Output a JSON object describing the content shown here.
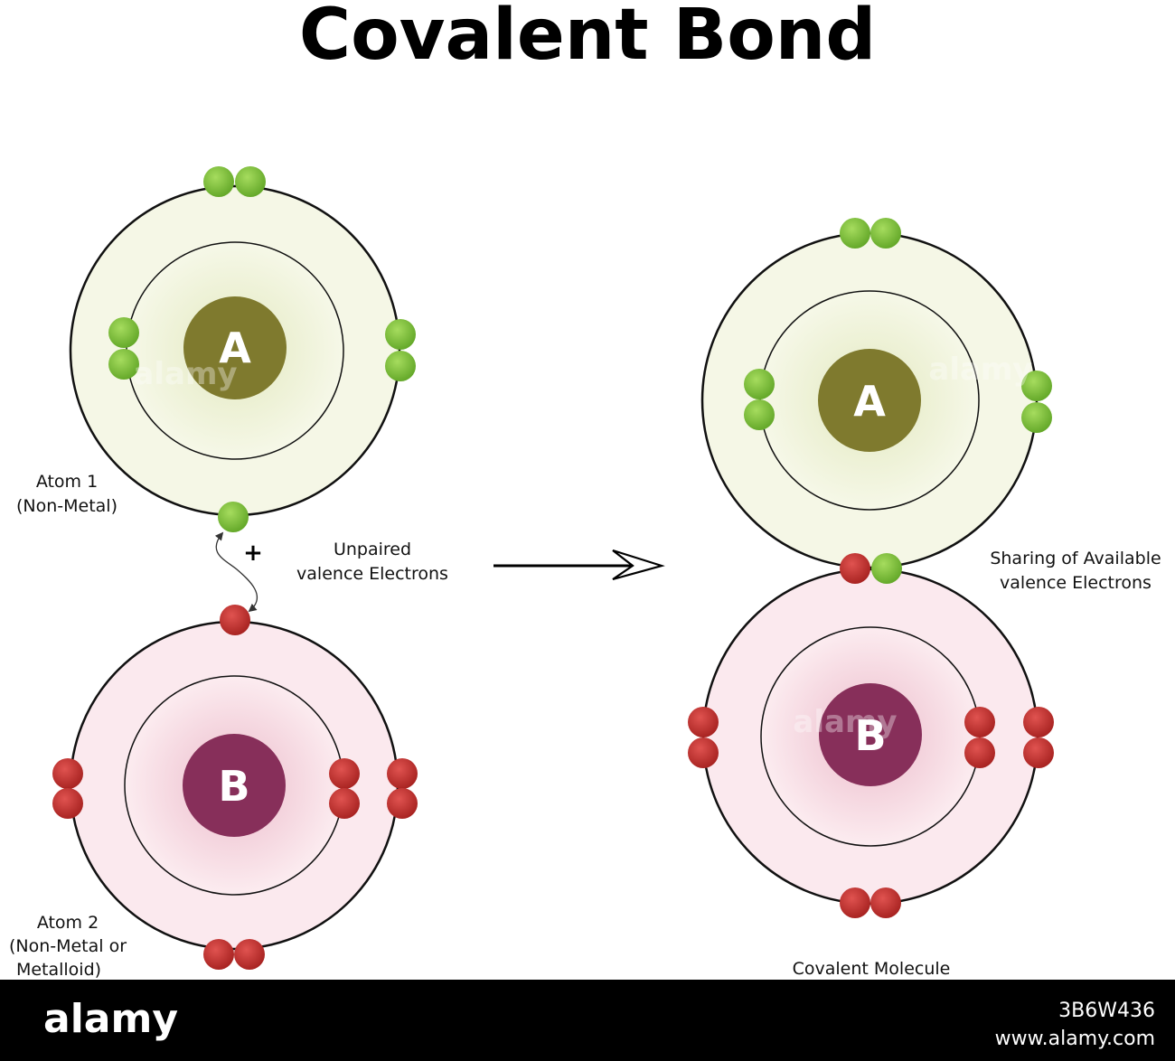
{
  "title": "Covalent Bond",
  "atom1": {
    "nucleus_label": "A",
    "label_line1": "Atom 1",
    "label_line2": "(Non-Metal)"
  },
  "atom2": {
    "nucleus_label": "B",
    "label_line1": "Atom 2",
    "label_line2": "(Non-Metal or",
    "label_line3": "Metalloid)"
  },
  "plus_sign": "+",
  "unpaired_label_line1": "Unpaired",
  "unpaired_label_line2": "valence Electrons",
  "molecule": {
    "atom_a_label": "A",
    "atom_b_label": "B",
    "sharing_line1": "Sharing of Available",
    "sharing_line2": "valence Electrons",
    "caption": "Covalent Molecule"
  },
  "watermark": {
    "brand": "alamy",
    "image_id": "3B6W436",
    "site": "www.alamy.com"
  },
  "colors": {
    "atom_a_nucleus": "#7f7a2e",
    "atom_a_inner": "#e8ecc9",
    "atom_a_outer": "#f4f6e4",
    "atom_b_nucleus": "#872f5a",
    "atom_b_inner": "#efc7d2",
    "atom_b_outer": "#fbe7ec",
    "electron_a": "#7cc23a",
    "electron_b": "#c7302e",
    "footer": "#000000"
  }
}
